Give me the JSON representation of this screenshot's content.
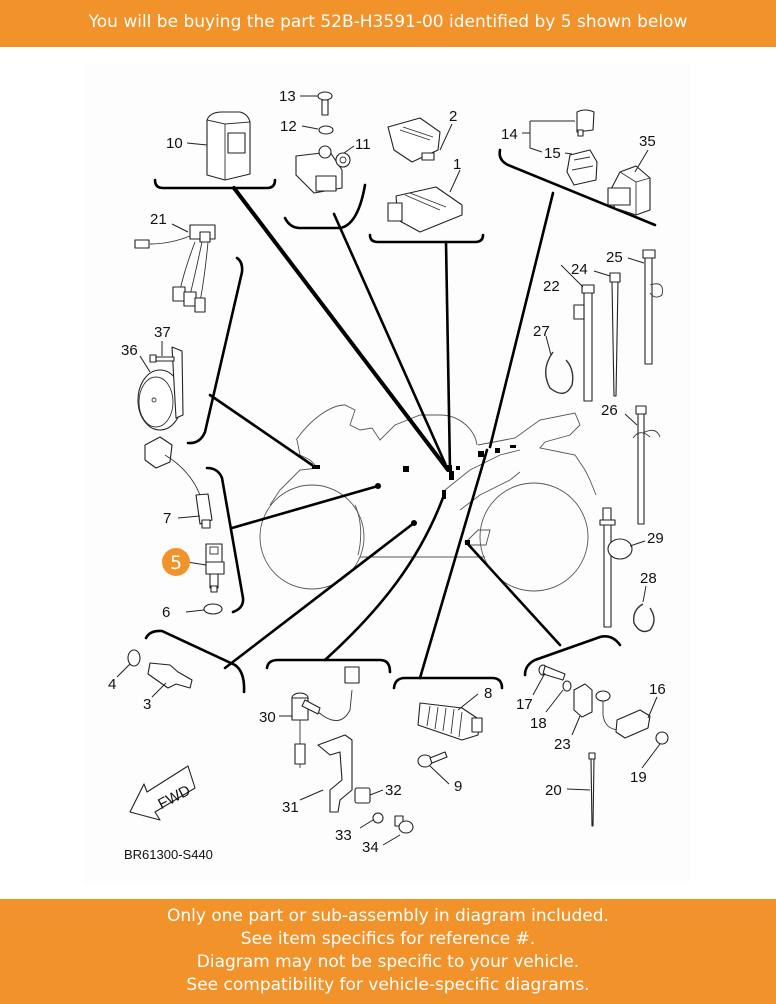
{
  "header": {
    "text": "You will be buying the part 52B-H3591-00 identified by 5 shown below"
  },
  "part": {
    "number": "52B-H3591-00",
    "reference": "5"
  },
  "diagram": {
    "code": "BR61300-S440",
    "direction_label": "FWD",
    "callouts": [
      "1",
      "2",
      "3",
      "4",
      "5",
      "6",
      "7",
      "8",
      "9",
      "10",
      "11",
      "12",
      "13",
      "14",
      "15",
      "16",
      "17",
      "18",
      "19",
      "20",
      "21",
      "22",
      "23",
      "24",
      "25",
      "26",
      "27",
      "28",
      "29",
      "30",
      "31",
      "32",
      "33",
      "34",
      "35",
      "36",
      "37"
    ],
    "highlighted_callout": "5"
  },
  "footer": {
    "lines": [
      "Only one part or sub-assembly in diagram included.",
      "See item specifics for reference #.",
      "Diagram may not be specific to your vehicle.",
      "See compatibility for vehicle-specific diagrams."
    ]
  },
  "colors": {
    "accent": "#f2922b",
    "banner_text": "#ffffff"
  }
}
